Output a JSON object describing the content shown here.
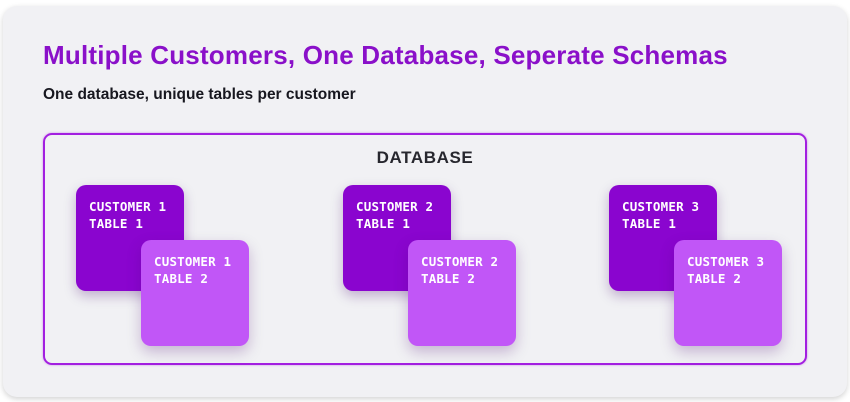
{
  "header": {
    "title": "Multiple Customers, One Database, Seperate Schemas",
    "subtitle": "One database, unique tables per customer"
  },
  "database": {
    "label": "DATABASE",
    "pairs": [
      {
        "back": {
          "line1": "CUSTOMER 1",
          "line2": "TABLE 1"
        },
        "front": {
          "line1": "CUSTOMER 1",
          "line2": "TABLE 2"
        }
      },
      {
        "back": {
          "line1": "CUSTOMER 2",
          "line2": "TABLE 1"
        },
        "front": {
          "line1": "CUSTOMER 2",
          "line2": "TABLE 2"
        }
      },
      {
        "back": {
          "line1": "CUSTOMER 3",
          "line2": "TABLE 1"
        },
        "front": {
          "line1": "CUSTOMER 3",
          "line2": "TABLE 2"
        }
      }
    ]
  },
  "colors": {
    "page_background": "#f1f1f4",
    "title_purple": "#8a10c9",
    "subtitle_text": "#17171f",
    "database_border": "#a31fe0",
    "database_label_text": "#27272e",
    "table_card_dark": "#8a05cf",
    "table_card_light": "#c156f7",
    "card_text": "#ffffff"
  }
}
